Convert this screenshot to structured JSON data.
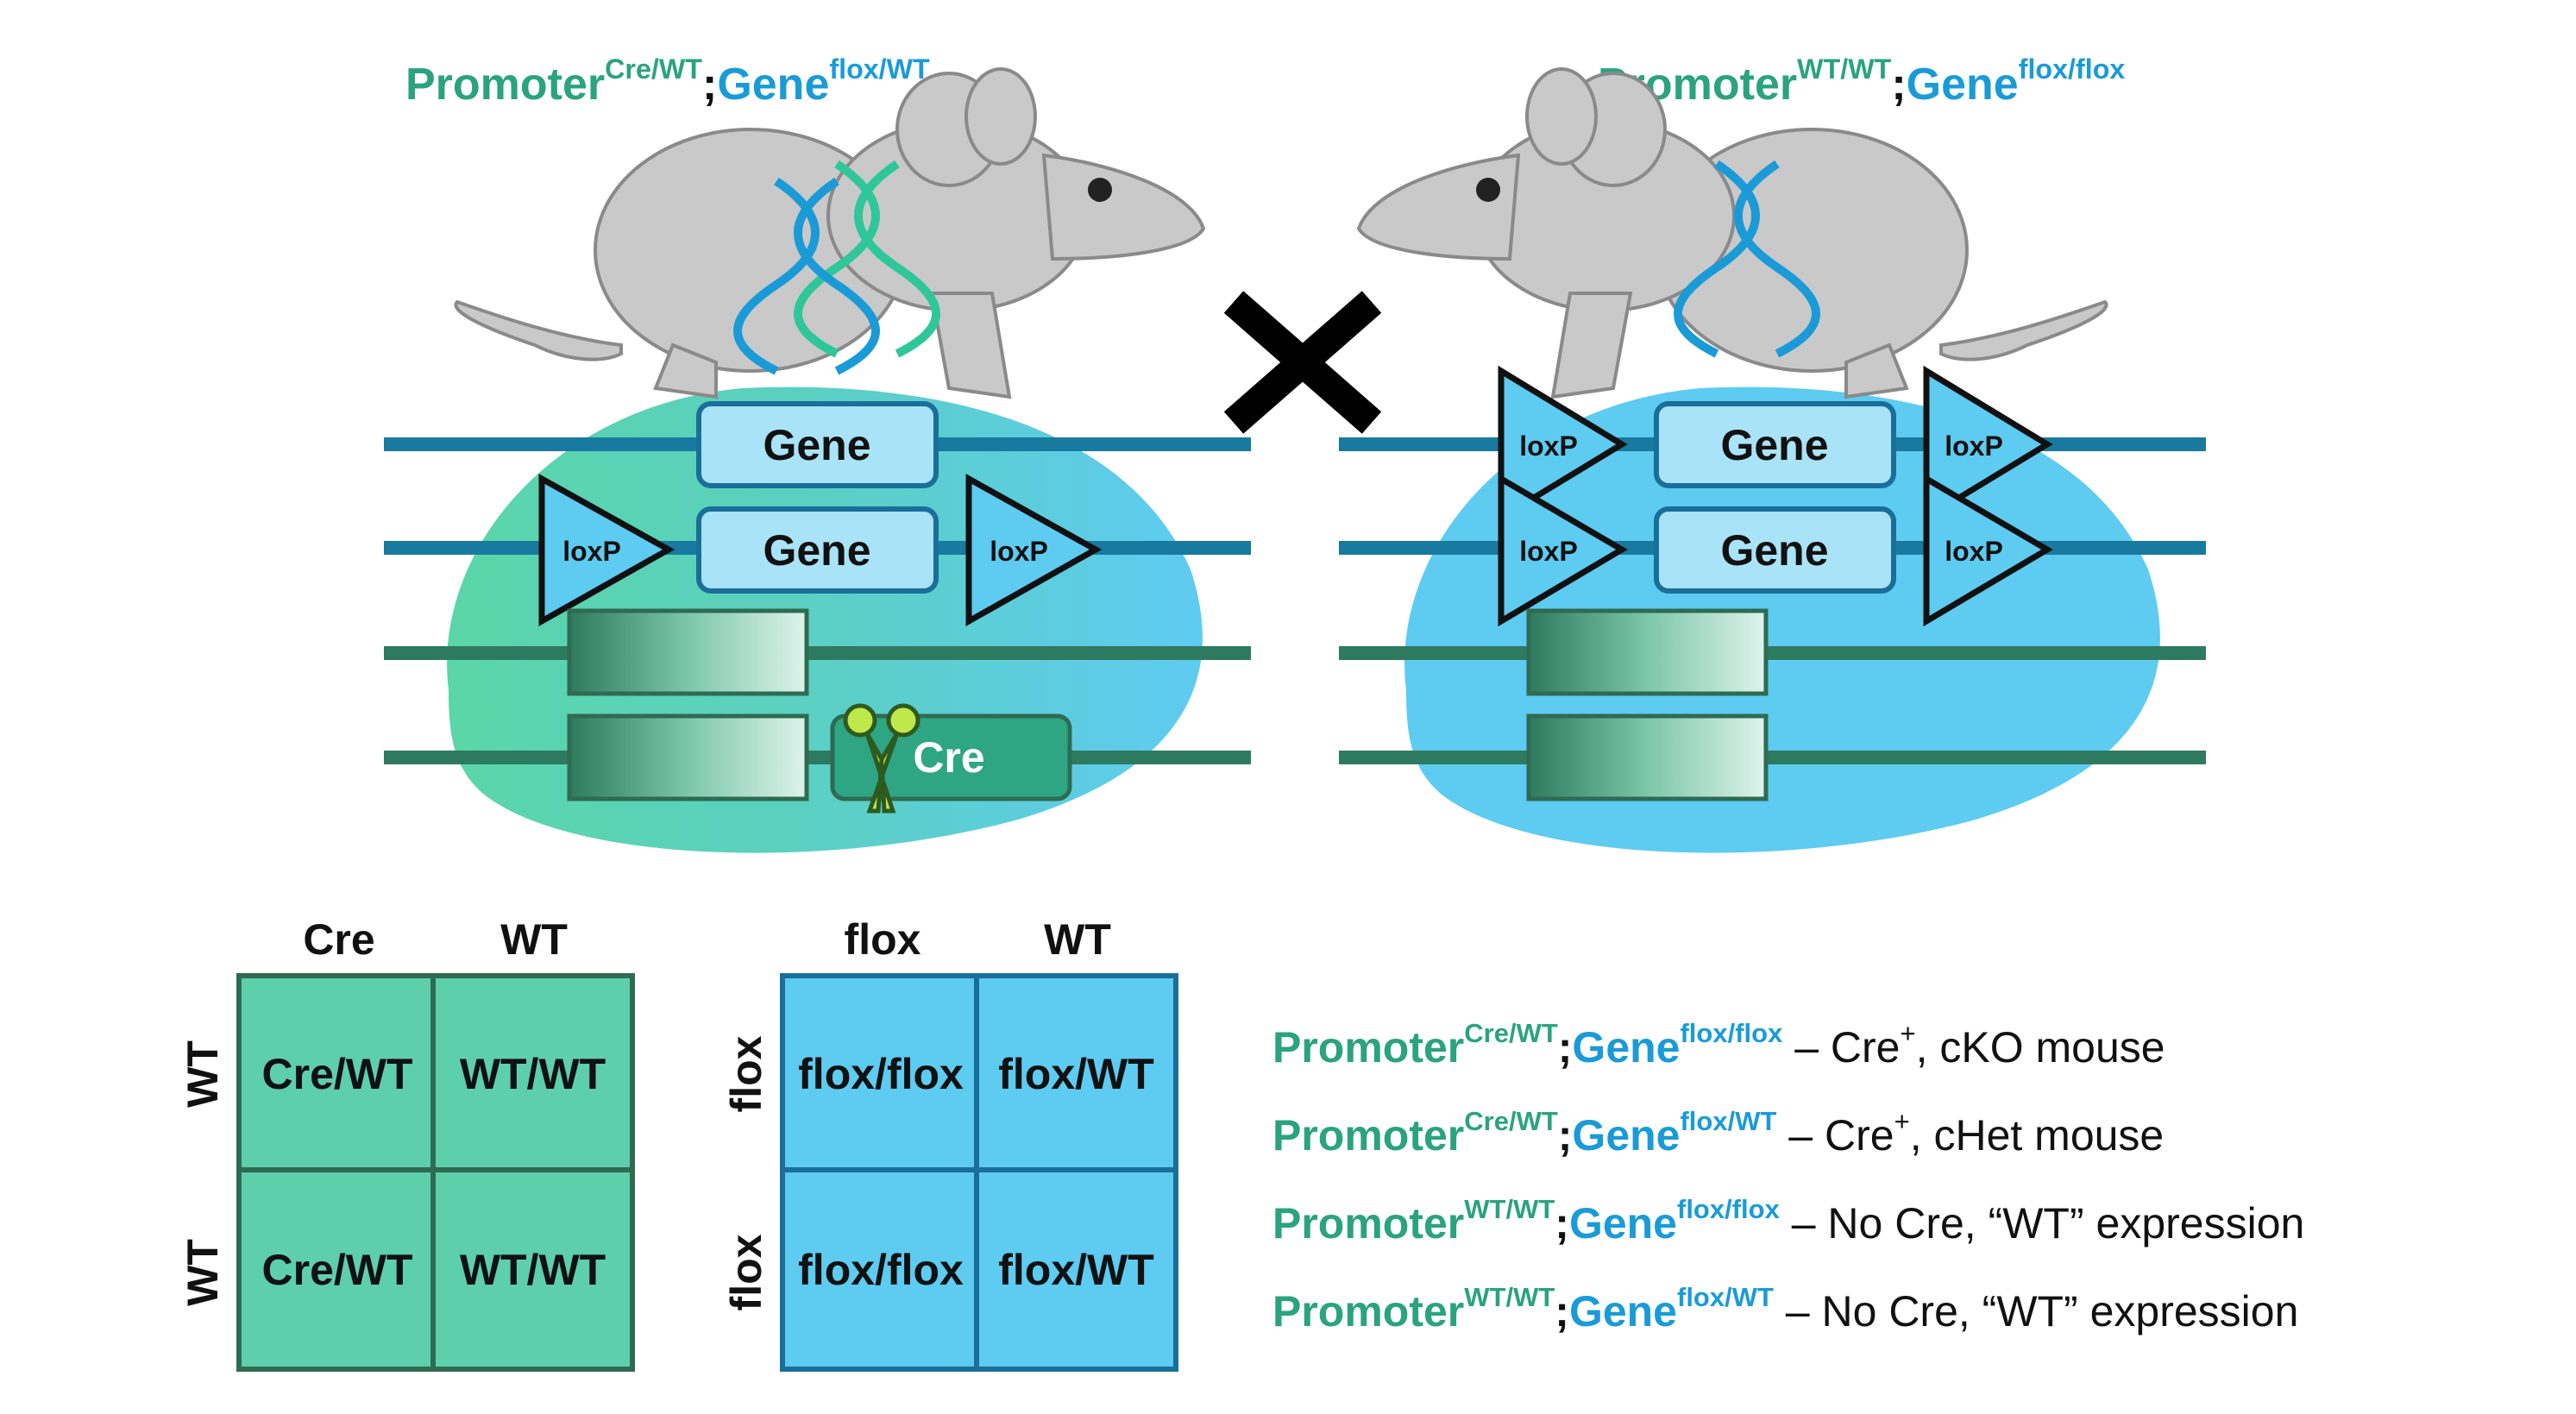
{
  "parents": {
    "left": {
      "promoter": "Promoter",
      "promoter_sup": "Cre/WT",
      "sep": ";",
      "gene": "Gene",
      "gene_sup": "flox/WT"
    },
    "right": {
      "promoter": "Promoter",
      "promoter_sup": "WT/WT",
      "sep": ";",
      "gene": "Gene",
      "gene_sup": "flox/flox"
    }
  },
  "loci": {
    "gene": "Gene",
    "loxp": "loxP",
    "cre": "Cre"
  },
  "punnett_promoter": {
    "cols": [
      "Cre",
      "WT"
    ],
    "rows": [
      "WT",
      "WT"
    ],
    "cells": [
      [
        "Cre/WT",
        "WT/WT"
      ],
      [
        "Cre/WT",
        "WT/WT"
      ]
    ]
  },
  "punnett_gene": {
    "cols": [
      "flox",
      "WT"
    ],
    "rows": [
      "flox",
      "flox"
    ],
    "cells": [
      [
        "flox/flox",
        "flox/WT"
      ],
      [
        "flox/flox",
        "flox/WT"
      ]
    ]
  },
  "results": [
    {
      "promoter": "Promoter",
      "promoter_sup": "Cre/WT",
      "sep": ";",
      "gene": "Gene",
      "gene_sup": "flox/flox",
      "desc_pre": " – Cre",
      "desc_sup": "+",
      "desc_post": ", cKO mouse"
    },
    {
      "promoter": "Promoter",
      "promoter_sup": "Cre/WT",
      "sep": ";",
      "gene": "Gene",
      "gene_sup": "flox/WT",
      "desc_pre": " – Cre",
      "desc_sup": "+",
      "desc_post": ", cHet mouse"
    },
    {
      "promoter": "Promoter",
      "promoter_sup": "WT/WT",
      "sep": ";",
      "gene": "Gene",
      "gene_sup": "flox/flox",
      "desc_pre": " – No Cre, “WT” expression",
      "desc_sup": "",
      "desc_post": ""
    },
    {
      "promoter": "Promoter",
      "promoter_sup": "WT/WT",
      "sep": ";",
      "gene": "Gene",
      "gene_sup": "flox/WT",
      "desc_pre": " – No Cre, “WT” expression",
      "desc_sup": "",
      "desc_post": ""
    }
  ],
  "colors": {
    "green": "#2aa37f",
    "blue": "#1a9bd8",
    "light_blue": "#5ecbf1",
    "teal_fill": "#5dd0ae",
    "mouse_gray": "#c9c9c9"
  }
}
